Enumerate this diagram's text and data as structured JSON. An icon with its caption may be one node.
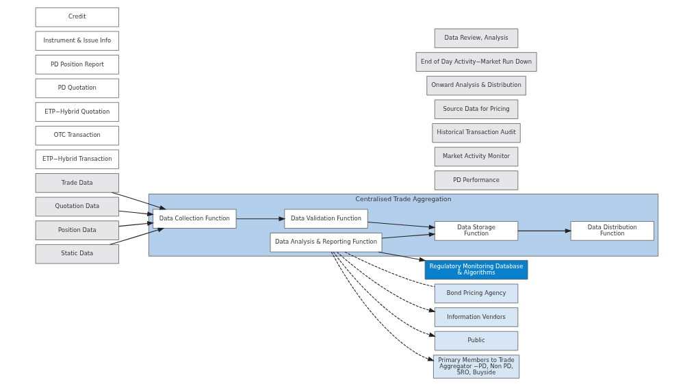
{
  "diagram": {
    "nodes": [
      {
        "text": [
          "Trade Data"
        ]
      },
      {
        "text": [
          "ETP−Hybrid Transaction"
        ]
      },
      {
        "text": [
          "OTC Transaction"
        ]
      },
      {
        "text": [
          "Quotation Data"
        ]
      },
      {
        "text": [
          "ETP−Hybrid Quotation"
        ]
      },
      {
        "text": [
          "PD Quotation"
        ]
      },
      {
        "text": [
          "Position Data"
        ]
      },
      {
        "text": [
          "PD Position Report"
        ]
      },
      {
        "text": [
          "Static Data"
        ]
      },
      {
        "text": [
          "Instrument & Issue Info"
        ]
      },
      {
        "text": [
          "Credit"
        ]
      },
      {
        "text": [
          "Centralised Trade Aggregation"
        ]
      },
      {
        "text": [
          "Data Collection Function"
        ],
        "in": 11
      },
      {
        "text": [
          "Data Validation Function"
        ],
        "in": 11
      },
      {
        "text": [
          "Data Storage Function"
        ],
        "in": 11
      },
      {
        "text": [
          "Data Distribution Function"
        ],
        "in": 11
      },
      {
        "text": [
          "Data Analysis & Reporting Function"
        ],
        "in": 11
      },
      {
        "text": [
          "Regulatory Monitoring Database & Algorithms"
        ]
      },
      {
        "text": [
          "PD Performance"
        ]
      },
      {
        "text": [
          "Market Activity Monitor"
        ]
      },
      {
        "text": [
          "Historical Transaction Audit"
        ]
      },
      {
        "text": [
          "Bond Pricing Agency"
        ]
      },
      {
        "text": [
          "Source Data for Pricing"
        ]
      },
      {
        "text": [
          "Information Vendors"
        ]
      },
      {
        "text": [
          "Onward Analysis & Distribution"
        ]
      },
      {
        "text": [
          "Public"
        ]
      },
      {
        "text": [
          "End of Day Activity−Market Run Down"
        ]
      },
      {
        "text": [
          "Primary Members to Trade Aggregator −PD, Non PD, SRO, Buyside"
        ]
      },
      {
        "text": [
          "Data Review, Analysis"
        ]
      }
    ],
    "edges": [
      {
        "from": 0,
        "to": 12,
        "arrow": "to"
      },
      {
        "from": 3,
        "to": 12,
        "arrow": "to"
      },
      {
        "from": 6,
        "to": 12,
        "arrow": "to"
      },
      {
        "from": 8,
        "to": 12,
        "arrow": "to"
      },
      {
        "from": 12,
        "to": 13,
        "arrow": "to"
      },
      {
        "from": 13,
        "to": 14,
        "arrow": "to"
      },
      {
        "from": 14,
        "to": 15,
        "arrow": "to"
      },
      {
        "from": 16,
        "to": 14,
        "arrow": "to"
      },
      {
        "from": 16,
        "to": 17,
        "arrow": "to"
      },
      {
        "from": 16,
        "to": 21,
        "arrow": "none",
        "style": "dashed"
      },
      {
        "from": 16,
        "to": 23,
        "arrow": "to",
        "style": "dashed"
      },
      {
        "from": 16,
        "to": 25,
        "arrow": "to",
        "style": "dashed"
      },
      {
        "from": 16,
        "to": 27,
        "arrow": "to",
        "style": "dashed"
      }
    ]
  }
}
